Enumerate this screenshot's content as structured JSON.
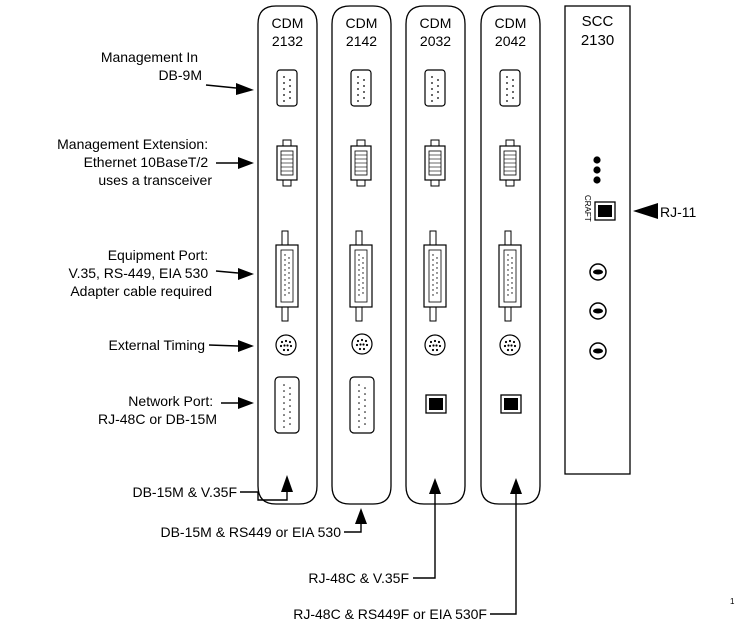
{
  "cards": [
    {
      "model": "CDM",
      "number": "2132"
    },
    {
      "model": "CDM",
      "number": "2142"
    },
    {
      "model": "CDM",
      "number": "2032"
    },
    {
      "model": "CDM",
      "number": "2042"
    }
  ],
  "controller": {
    "model": "SCC",
    "number": "2130",
    "craft_label": "CRAFT",
    "rj11_label": "RJ-11"
  },
  "left_labels": {
    "mgmt_in": [
      "Management In",
      "DB-9M"
    ],
    "mgmt_ext": [
      "Management Extension:",
      "Ethernet 10BaseT/2",
      "uses a transceiver"
    ],
    "equipment": [
      "Equipment Port:",
      "V.35, RS-449, EIA 530",
      "Adapter cable required"
    ],
    "timing": [
      "External Timing"
    ],
    "network": [
      "Network Port:",
      "RJ-48C or DB-15M"
    ]
  },
  "bottom_labels": [
    "DB-15M & V.35F",
    "DB-15M & RS449 or EIA 530",
    "RJ-48C & V.35F",
    "RJ-48C & RS449F or EIA 530F"
  ],
  "page_mark": "1"
}
